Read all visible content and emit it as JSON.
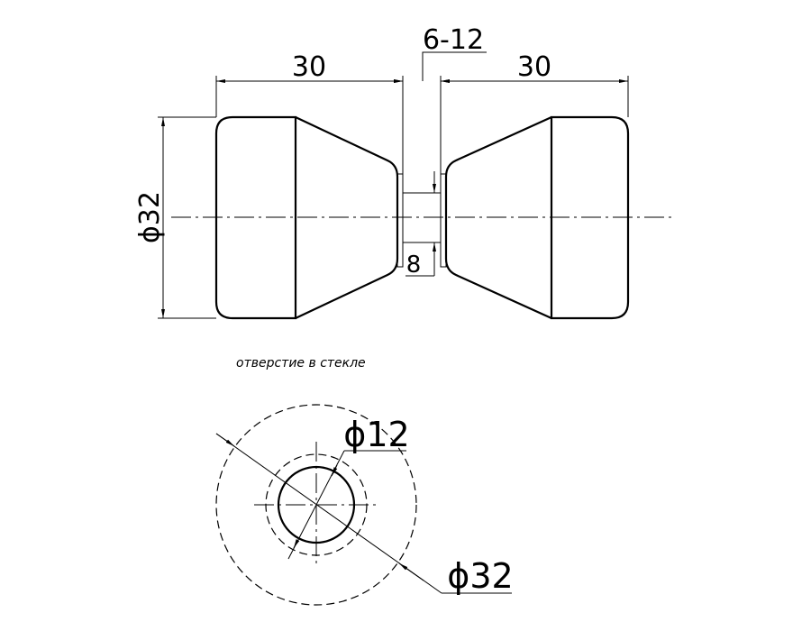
{
  "drawing": {
    "side_view": {
      "dim_left_length": "30",
      "dim_right_length": "30",
      "dim_glass_thickness": "6-12",
      "dim_diameter": "ϕ32",
      "dim_bolt": "8"
    },
    "hole_view": {
      "caption": "отверстие в стекле",
      "dim_hole_diameter": "ϕ12",
      "dim_outer_diameter": "ϕ32"
    }
  }
}
